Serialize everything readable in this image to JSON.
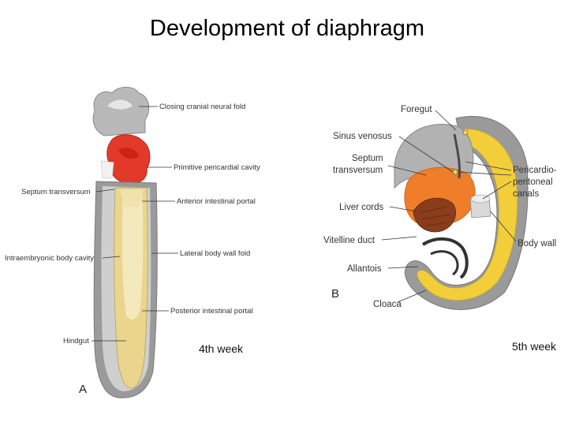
{
  "title": "Development of diaphragm",
  "figure_a": {
    "letter": "A",
    "week": "4th week",
    "labels": {
      "closing_cranial_neural_fold": "Closing cranial neural fold",
      "primitive_pericardial_cavity": "Primitive pericardial cavity",
      "septum_transversum": "Septum transversum",
      "anterior_intestinal_portal": "Anterior intestinal portal",
      "intraembryonic_body_cavity": "Intraembryonic body cavity",
      "lateral_body_wall_fold": "Lateral body wall fold",
      "posterior_intestinal_portal": "Posterior intestinal portal",
      "hindgut": "Hindgut"
    }
  },
  "figure_b": {
    "letter": "B",
    "week": "5th week",
    "labels": {
      "foregut": "Foregut",
      "sinus_venosus": "Sinus venosus",
      "septum": "Septum",
      "transversum": "transversum",
      "pericardio": "Pericardio-",
      "peritoneal": "peritoneal",
      "canals": "canals",
      "liver_cords": "Liver cords",
      "vitelline_duct": "Vitelline duct",
      "body_wall": "Body wall",
      "allantois": "Allantois",
      "cloaca": "Cloaca"
    }
  }
}
